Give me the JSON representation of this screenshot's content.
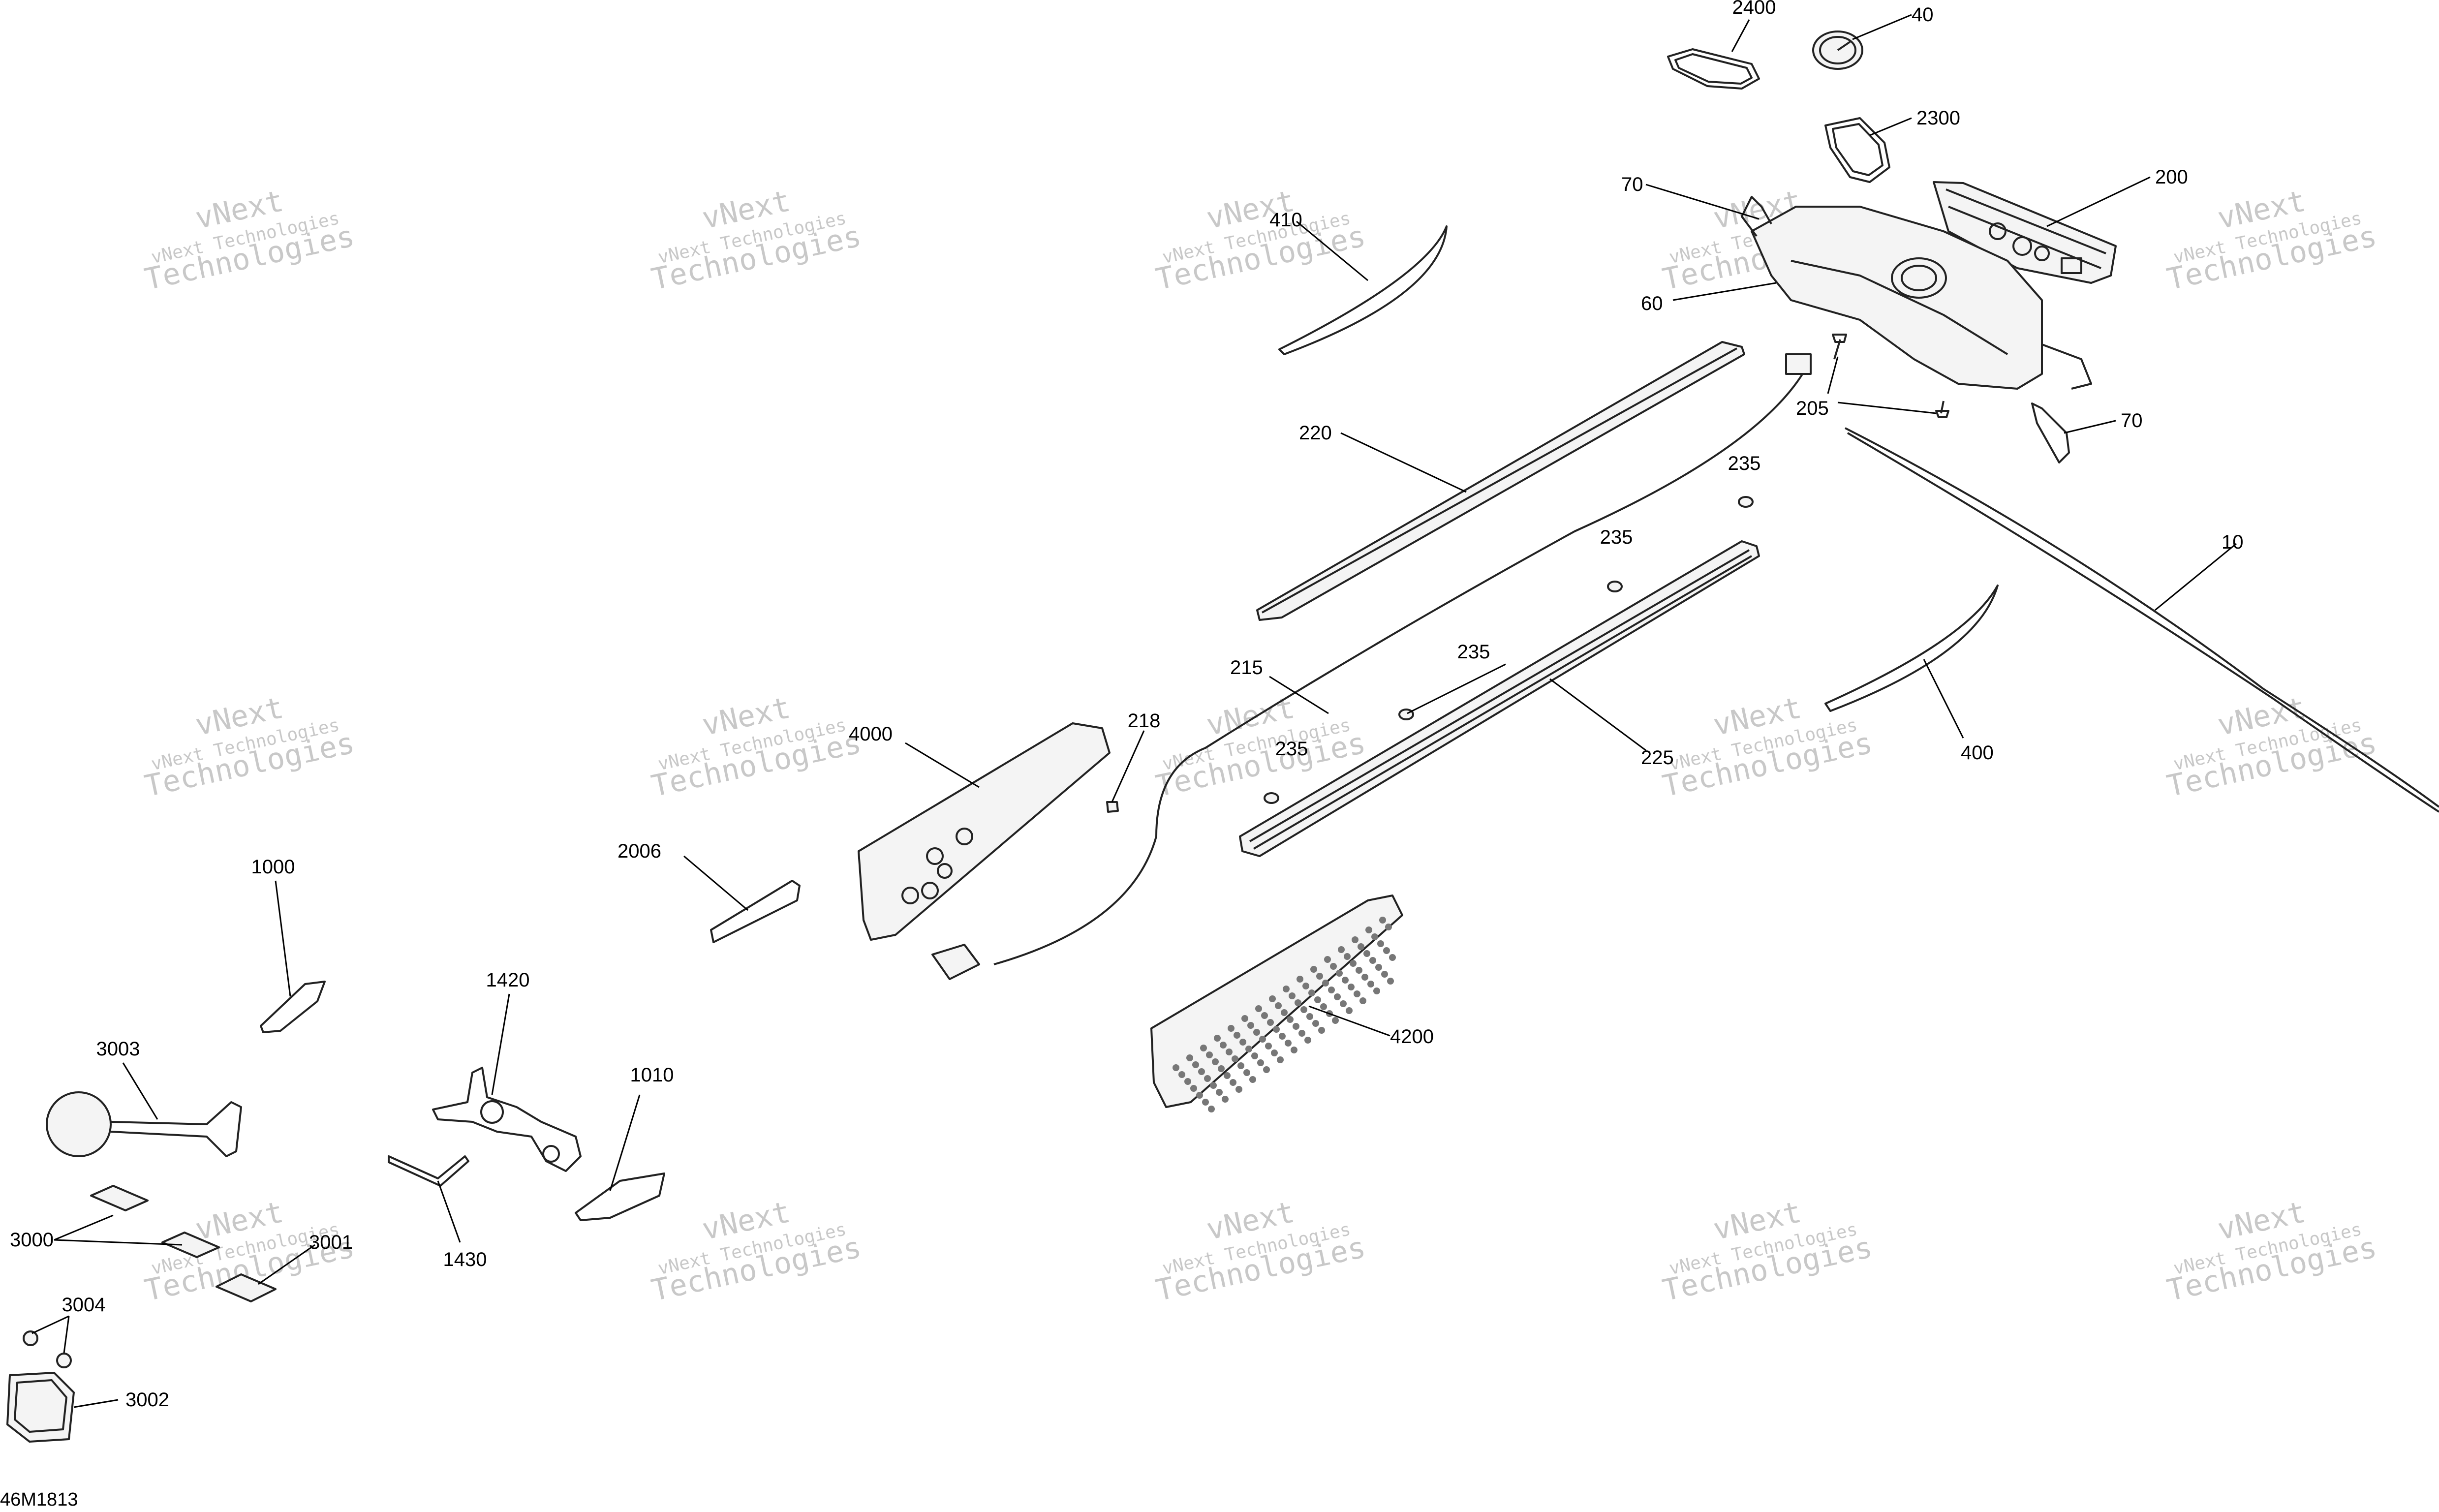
{
  "diagram": {
    "code": "46M1813",
    "watermark": {
      "line1": "vNext",
      "line2": "vNext Technologies",
      "line3": "Technologies"
    },
    "callouts": [
      {
        "id": "2400",
        "text": "2400"
      },
      {
        "id": "40",
        "text": "40"
      },
      {
        "id": "2300",
        "text": "2300"
      },
      {
        "id": "200",
        "text": "200"
      },
      {
        "id": "70a",
        "text": "70"
      },
      {
        "id": "410",
        "text": "410"
      },
      {
        "id": "60",
        "text": "60"
      },
      {
        "id": "205",
        "text": "205"
      },
      {
        "id": "70b",
        "text": "70"
      },
      {
        "id": "220",
        "text": "220"
      },
      {
        "id": "235a",
        "text": "235"
      },
      {
        "id": "235b",
        "text": "235"
      },
      {
        "id": "10",
        "text": "10"
      },
      {
        "id": "235c",
        "text": "235"
      },
      {
        "id": "215",
        "text": "215"
      },
      {
        "id": "218",
        "text": "218"
      },
      {
        "id": "4000",
        "text": "4000"
      },
      {
        "id": "235d",
        "text": "235"
      },
      {
        "id": "225",
        "text": "225"
      },
      {
        "id": "400",
        "text": "400"
      },
      {
        "id": "2006",
        "text": "2006"
      },
      {
        "id": "1000",
        "text": "1000"
      },
      {
        "id": "1420",
        "text": "1420"
      },
      {
        "id": "4200",
        "text": "4200"
      },
      {
        "id": "3003",
        "text": "3003"
      },
      {
        "id": "1010",
        "text": "1010"
      },
      {
        "id": "3000",
        "text": "3000"
      },
      {
        "id": "3001",
        "text": "3001"
      },
      {
        "id": "1430",
        "text": "1430"
      },
      {
        "id": "3004",
        "text": "3004"
      },
      {
        "id": "3002",
        "text": "3002"
      }
    ]
  }
}
